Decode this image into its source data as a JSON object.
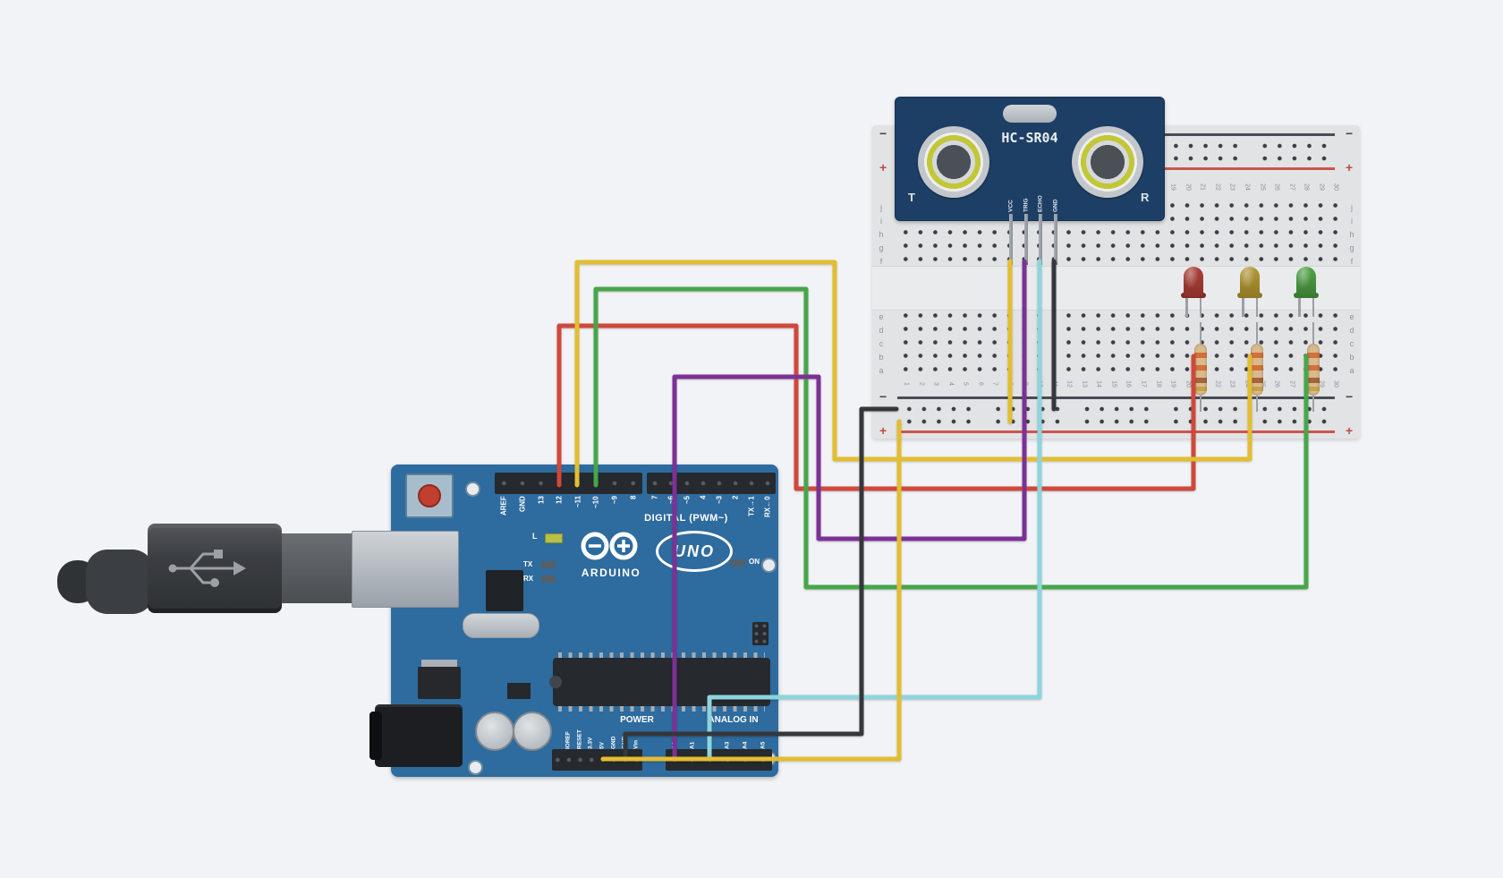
{
  "canvas": {
    "background": "#f1f3f6"
  },
  "breadboard": {
    "rail_minus_label": "−",
    "rail_plus_label": "+",
    "row_letters_top": [
      "j",
      "i",
      "h",
      "g",
      "f"
    ],
    "row_letters_bottom": [
      "e",
      "d",
      "c",
      "b",
      "a"
    ],
    "column_numbers": [
      1,
      2,
      3,
      4,
      5,
      6,
      7,
      8,
      9,
      10,
      11,
      12,
      13,
      14,
      15,
      16,
      17,
      18,
      19,
      20,
      21,
      22,
      23,
      24,
      25,
      26,
      27,
      28,
      29,
      30
    ]
  },
  "sensor": {
    "label": "HC-SR04",
    "pin_labels": [
      "VCC",
      "TRIG",
      "ECHO",
      "GND"
    ],
    "transmitter_label": "T",
    "receiver_label": "R",
    "board_color": "#1d3f66"
  },
  "arduino": {
    "board_color": "#2e6b9e",
    "digital_pins_left": [
      "AREF",
      "GND",
      "13",
      "12",
      "~11",
      "~10",
      "~9",
      "8"
    ],
    "digital_pins_right": [
      "7",
      "~6",
      "~5",
      "4",
      "~3",
      "2",
      "TX→1",
      "RX←0"
    ],
    "digital_section_label": "DIGITAL (PWM~)",
    "led_l_label": "L",
    "led_tx_label": "TX",
    "led_rx_label": "RX",
    "on_label": "ON",
    "brand": "ARDUINO",
    "model": "UNO",
    "power_section_label": "POWER",
    "analog_section_label": "ANALOG IN",
    "power_pins": [
      "IOREF",
      "RESET",
      "3.3V",
      "5V",
      "GND",
      "GND",
      "Vin"
    ],
    "analog_pins": [
      "A0",
      "A1",
      "A2",
      "A3",
      "A4",
      "A5"
    ]
  },
  "leds": [
    {
      "name": "red",
      "color": "#9d372f"
    },
    {
      "name": "yellow",
      "color": "#ab9030"
    },
    {
      "name": "green",
      "color": "#49923f"
    }
  ],
  "wires": [
    {
      "name": "pin12-to-red-led",
      "color": "#d0483b"
    },
    {
      "name": "pin11-to-yellow-led",
      "color": "#e3bd32"
    },
    {
      "name": "pin10-to-green-led",
      "color": "#47a64b"
    },
    {
      "name": "a0-to-trig",
      "color": "#7c3195"
    },
    {
      "name": "a2-to-echo",
      "color": "#8ed4dc"
    },
    {
      "name": "gnd-to-minus-rail",
      "color": "#35373a"
    },
    {
      "name": "5v-to-plus-rail",
      "color": "#e3bd32"
    },
    {
      "name": "vcc-to-plus-rail",
      "color": "#e3bd32"
    },
    {
      "name": "sensor-gnd-to-minus-rail",
      "color": "#35373a"
    }
  ]
}
